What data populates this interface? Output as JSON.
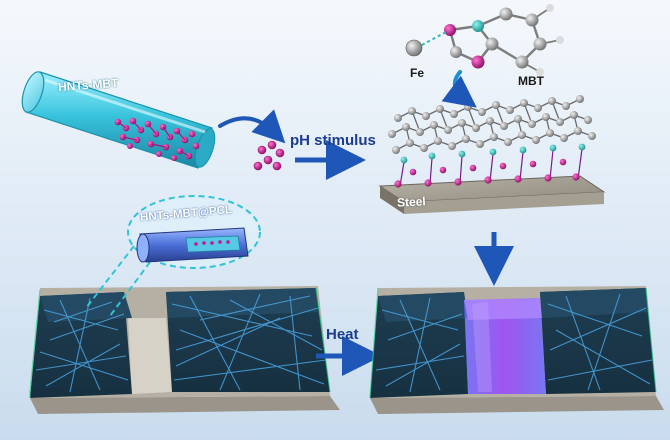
{
  "labels": {
    "hnts_mbt": "HNTs-MBT",
    "hnts_mbt_pcl": "HNTs-MBT@PCL",
    "ph_stimulus": "pH stimulus",
    "steel": "Steel",
    "fe": "Fe",
    "mbt": "MBT",
    "heat": "Heat"
  },
  "colors": {
    "tube_cyan": "#39c4dd",
    "mbt_magenta": "#c0168f",
    "arrow_blue": "#1f57b8",
    "fiber_blue": "#2d6fb6",
    "healed_purple": "#7a3cf0",
    "steel_gray": "#9a9488",
    "graphene_gray": "#8d8d8d",
    "nitrogen_teal": "#2bb8b4"
  },
  "icons": {
    "curved_arrow": "curved-arrow-icon",
    "straight_arrow": "arrow-right-icon",
    "down_arrow": "arrow-down-icon",
    "zoom_callout": "zoom-callout-icon"
  }
}
